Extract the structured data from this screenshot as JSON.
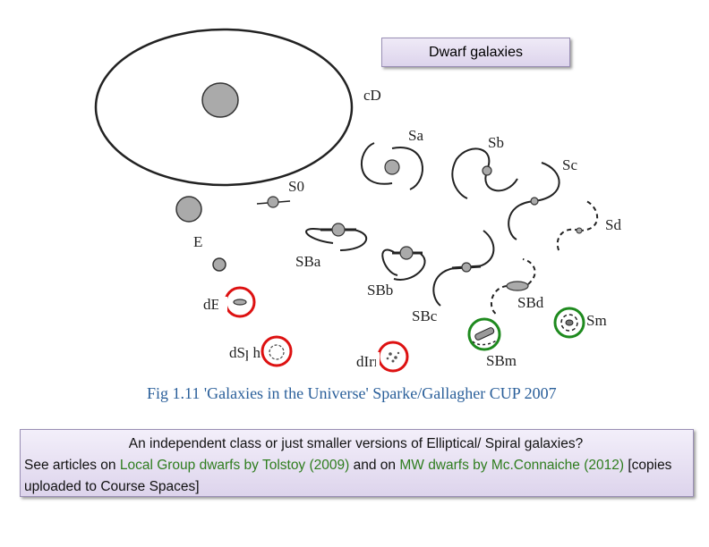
{
  "title_box": {
    "text": "Dwarf galaxies"
  },
  "labels": {
    "cD": "cD",
    "Sa": "Sa",
    "Sb": "Sb",
    "Sc": "Sc",
    "Sd": "Sd",
    "S0": "S0",
    "E": "E",
    "SBa": "SBa",
    "SBb": "SBb",
    "SBc": "SBc",
    "SBd": "SBd",
    "Sm": "Sm",
    "dE": "dE",
    "dSph": "dSph",
    "dIrr": "dIrr",
    "SBm": "SBm"
  },
  "caption": {
    "text": "Fig 1.11 'Galaxies in the Universe' Sparke/Gallagher CUP 2007"
  },
  "note": {
    "line1": "An independent class or just smaller versions of Elliptical/ Spiral galaxies?",
    "p1": "See articles on ",
    "link1": "Local Group dwarfs by Tolstoy (2009)",
    "p2": " and on ",
    "link2": "MW dwarfs by Mc.Connaiche (2012)",
    "p3": " [copies uploaded to Course Spaces]"
  },
  "colors": {
    "highlight_red": "#dd1111",
    "highlight_green": "#1e8a1e",
    "caption_blue": "#2a5f9a"
  }
}
